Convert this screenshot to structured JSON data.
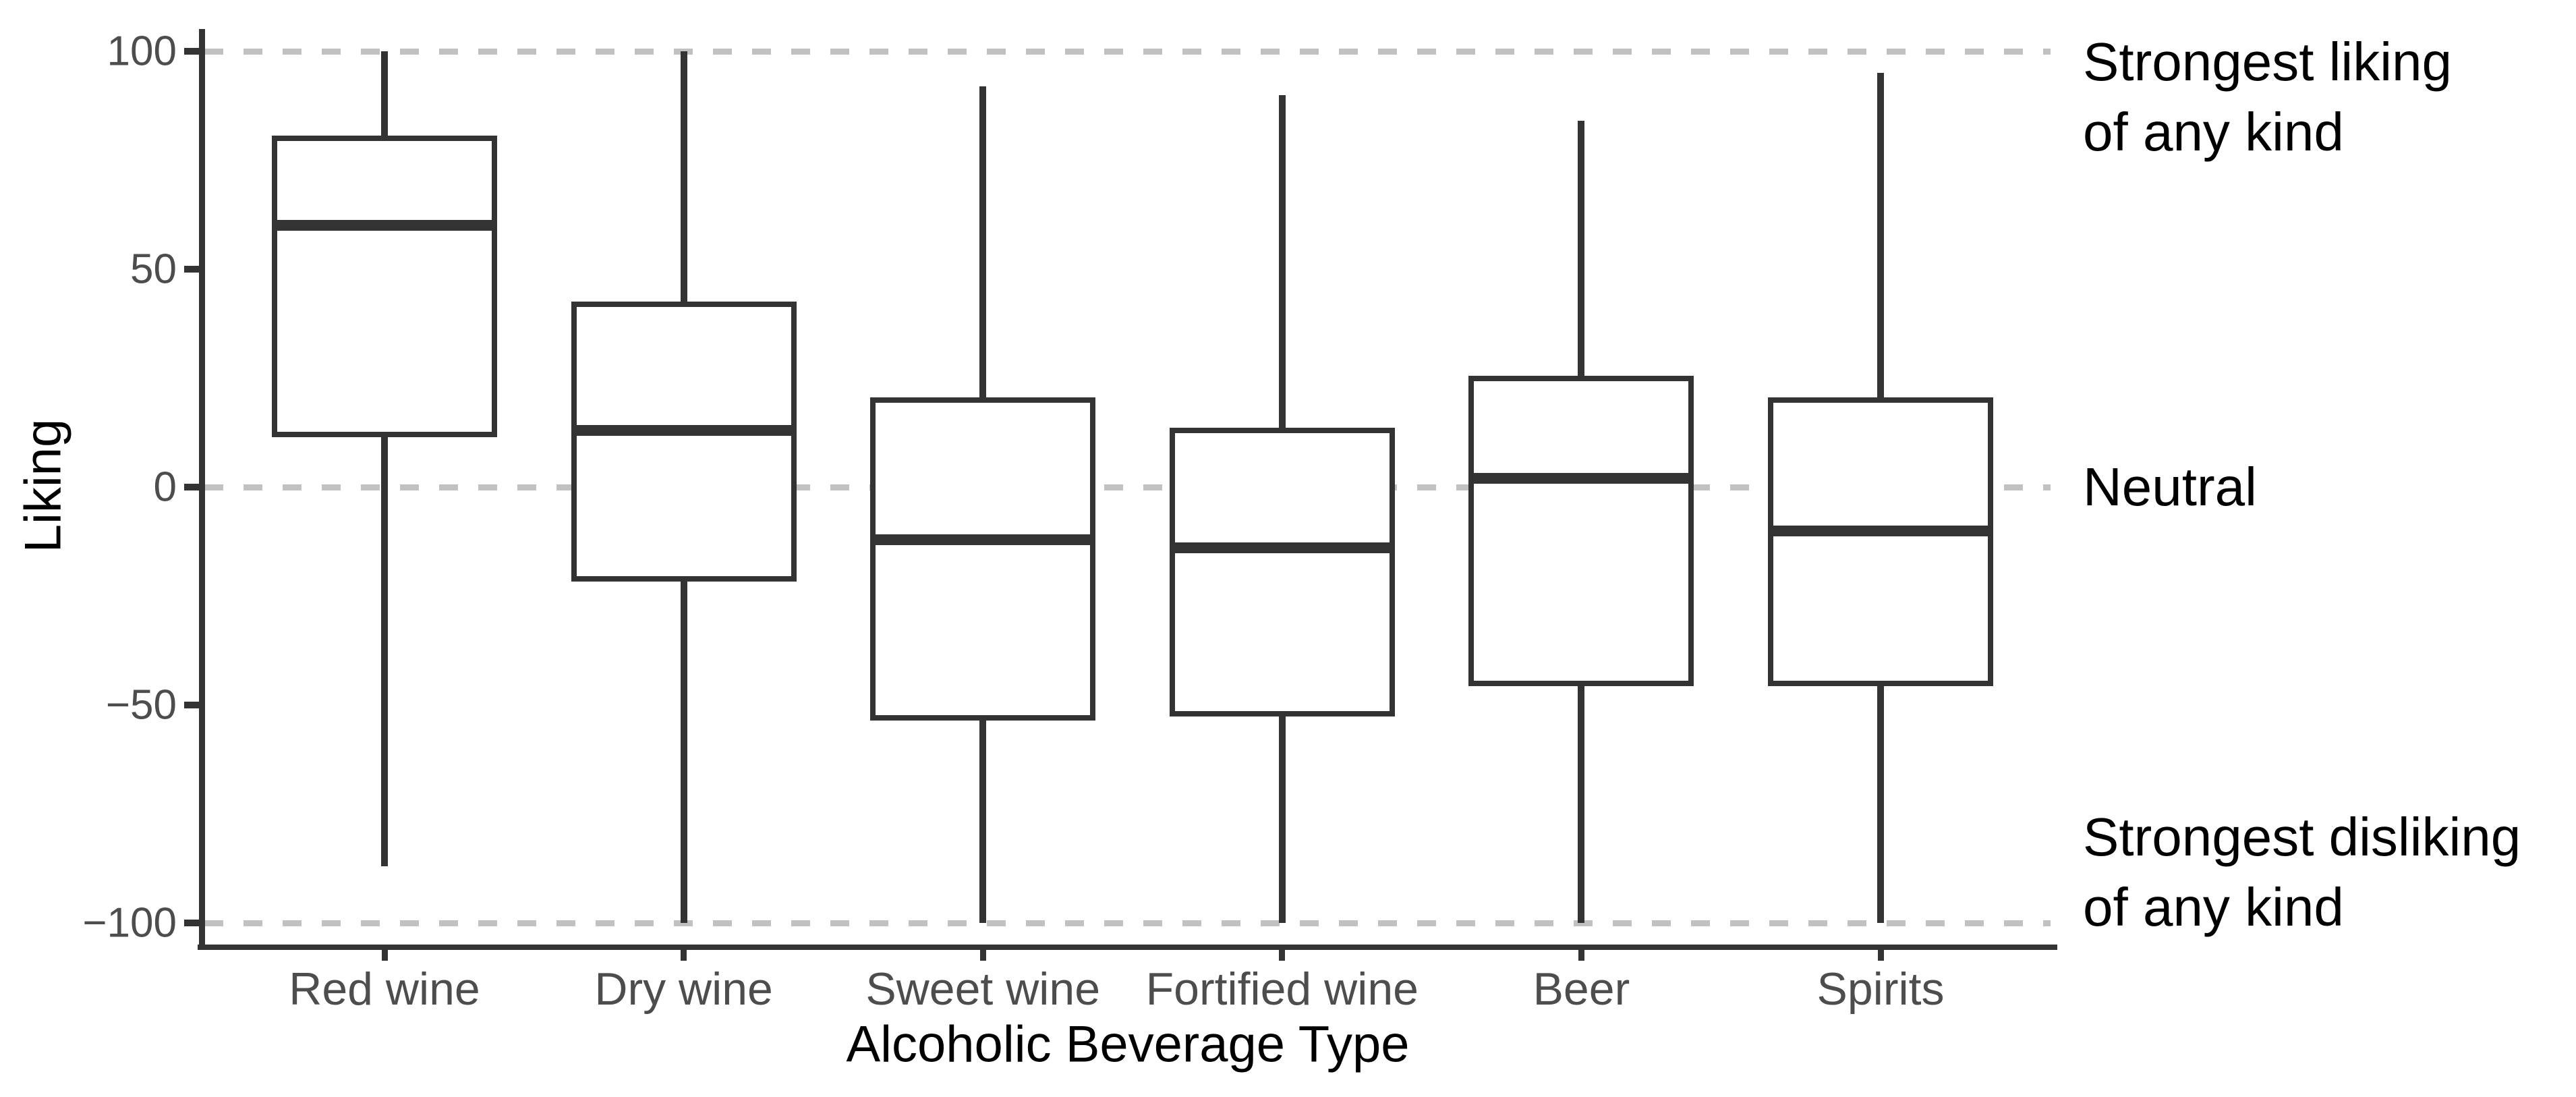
{
  "chart_data": {
    "type": "boxplot",
    "title": "",
    "xlabel": "Alcoholic Beverage Type",
    "ylabel": "Liking",
    "ylim": [
      -100,
      100
    ],
    "yticks": [
      100,
      50,
      0,
      -50,
      -100
    ],
    "ytick_labels": [
      "100",
      "50",
      "0",
      "−50",
      "−100"
    ],
    "categories": [
      "Red wine",
      "Dry wine",
      "Sweet wine",
      "Fortified wine",
      "Beer",
      "Spirits"
    ],
    "series": [
      {
        "category": "Red wine",
        "whisker_low": -87,
        "q1": 12,
        "median": 60,
        "q3": 80,
        "whisker_high": 100
      },
      {
        "category": "Dry wine",
        "whisker_low": -100,
        "q1": -21,
        "median": 13,
        "q3": 42,
        "whisker_high": 100
      },
      {
        "category": "Sweet wine",
        "whisker_low": -100,
        "q1": -53,
        "median": -12,
        "q3": 20,
        "whisker_high": 92
      },
      {
        "category": "Fortified wine",
        "whisker_low": -100,
        "q1": -52,
        "median": -14,
        "q3": 13,
        "whisker_high": 90
      },
      {
        "category": "Beer",
        "whisker_low": -100,
        "q1": -45,
        "median": 2,
        "q3": 25,
        "whisker_high": 84
      },
      {
        "category": "Spirits",
        "whisker_low": -100,
        "q1": -45,
        "median": -10,
        "q3": 20,
        "whisker_high": 95
      }
    ],
    "reference_lines": [
      {
        "value": 100,
        "style": "dashed",
        "label_lines": [
          "Strongest liking",
          "of any kind"
        ]
      },
      {
        "value": 0,
        "style": "dashed",
        "label_lines": [
          "Neutral"
        ]
      },
      {
        "value": -100,
        "style": "dashed",
        "label_lines": [
          "Strongest disliking",
          "of any kind"
        ]
      }
    ],
    "grid": "off",
    "legend": "none",
    "colors": {
      "box_stroke": "#333333",
      "axis_line": "#333333",
      "dashed_line": "#c1c1c1",
      "tick_label": "#4d4d4d",
      "category_label": "#4d4d4d",
      "title_text": "#000000",
      "background": "#ffffff"
    }
  }
}
